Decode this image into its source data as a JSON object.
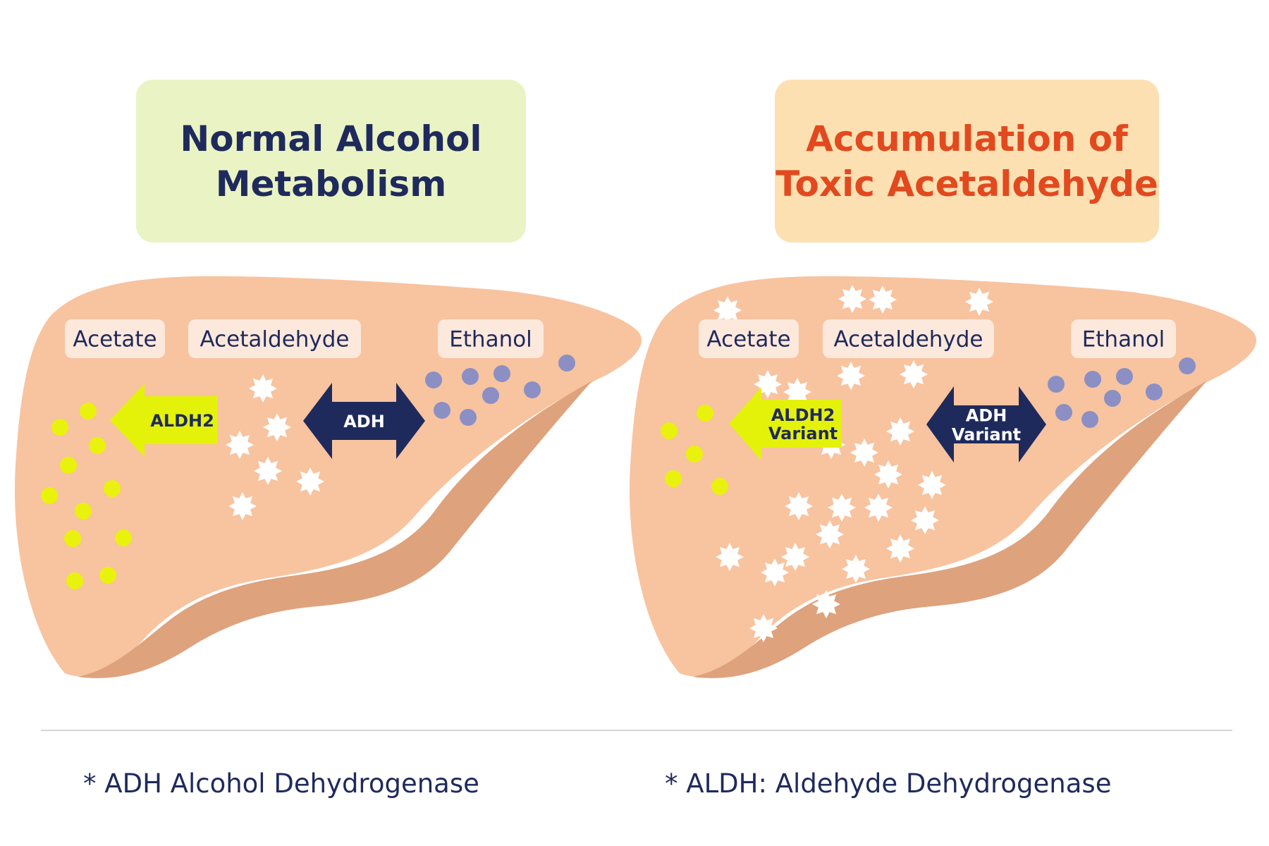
{
  "panels": [
    {
      "title_lines": [
        "Normal Alcohol",
        "Metabolism"
      ],
      "labels": {
        "acetate": "Acetate",
        "acetaldehyde": "Acetaldehyde",
        "ethanol": "Ethanol"
      },
      "aldh_arrow_lines": [
        "ALDH2"
      ],
      "adh_arrow_lines": [
        "ADH"
      ]
    },
    {
      "title_lines": [
        "Accumulation of",
        "Toxic Acetaldehyde"
      ],
      "labels": {
        "acetate": "Acetate",
        "acetaldehyde": "Acetaldehyde",
        "ethanol": "Ethanol"
      },
      "aldh_arrow_lines": [
        "ALDH2",
        "Variant"
      ],
      "adh_arrow_lines": [
        "ADH",
        "Variant"
      ]
    }
  ],
  "footnotes": {
    "adh": "* ADH Alcohol Dehydrogenase",
    "aldh": "* ALDH: Aldehyde Dehydrogenase"
  },
  "colors": {
    "liver": "#f8c39f",
    "liver_shadow": "#dea27d",
    "acetate_dot": "#e9f20c",
    "ethanol_dot": "#8b8fc4",
    "acetaldehyde_star": "#ffffff",
    "adh_arrow": "#1f2a5c",
    "aldh_arrow": "#e4f20a",
    "label_bg": "#fde8dc"
  }
}
